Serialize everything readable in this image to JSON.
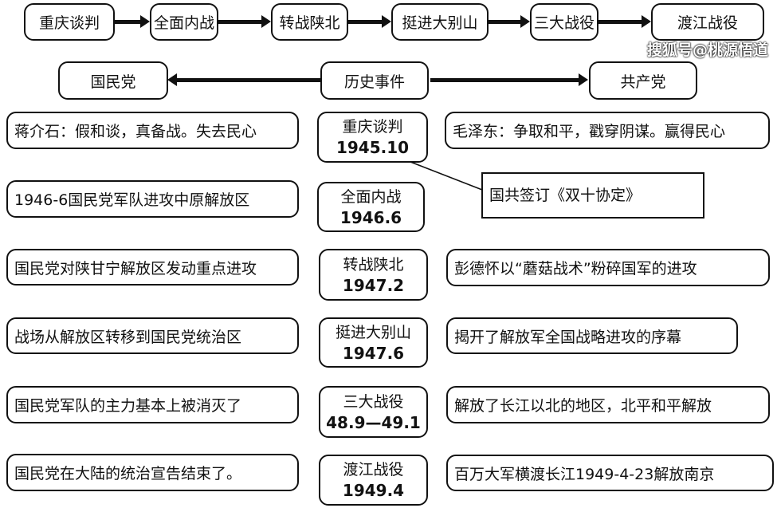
{
  "timeline": [
    "重庆谈判",
    "全面内战",
    "转战陕北",
    "挺进大别山",
    "三大战役",
    "渡江战役"
  ],
  "watermark": "搜狐号@桃源悟道",
  "headers": {
    "left": "国民党",
    "center": "历史事件",
    "right": "共产党"
  },
  "rows": [
    {
      "kmt": "蒋介石：假和谈，真备战。失去民心",
      "event": "重庆谈判",
      "date": "1945.10",
      "cpc": "毛泽东：争取和平，戳穿阴谋。赢得民心"
    },
    {
      "kmt": "1946-6国民党军队进攻中原解放区",
      "event": "全面内战",
      "date": "1946.6",
      "cpc": ""
    },
    {
      "kmt": "国民党对陕甘宁解放区发动重点进攻",
      "event": "转战陕北",
      "date": "1947.2",
      "cpc": "彭德怀以“蘑菇战术”粉碎国军的进攻"
    },
    {
      "kmt": "战场从解放区转移到国民党统治区",
      "event": "挺进大别山",
      "date": "1947.6",
      "cpc": "揭开了解放军全国战略进攻的序幕"
    },
    {
      "kmt": "国民党军队的主力基本上被消灭了",
      "event": "三大战役",
      "date": "48.9—49.1",
      "cpc": "解放了长江以北的地区，北平和平解放"
    },
    {
      "kmt": "国民党在大陆的统治宣告结束了。",
      "event": "渡江战役",
      "date": "1949.4",
      "cpc": "百万大军横渡长江1949-4-23解放南京"
    }
  ],
  "note": "国共签订《双十协定》"
}
